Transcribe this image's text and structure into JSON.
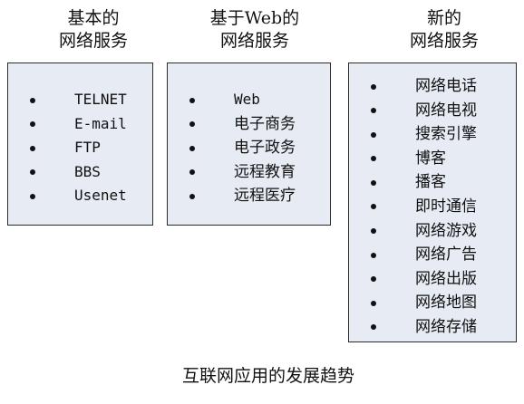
{
  "columns": [
    {
      "title_lines": [
        "基本的",
        "网络服务"
      ],
      "items": [
        "TELNET",
        "E-mail",
        "FTP",
        "BBS",
        "Usenet"
      ]
    },
    {
      "title_lines": [
        "基于Web的",
        "网络服务"
      ],
      "items": [
        "Web",
        "电子商务",
        "电子政务",
        "远程教育",
        "远程医疗"
      ]
    },
    {
      "title_lines": [
        "新的",
        "网络服务"
      ],
      "items": [
        "网络电话",
        "网络电视",
        "搜索引擎",
        "博客",
        "播客",
        "即时通信",
        "网络游戏",
        "网络广告",
        "网络出版",
        "网络地图",
        "网络存储"
      ]
    }
  ],
  "caption": "互联网应用的发展趋势",
  "colors": {
    "panel_fill": "#e6ebf4",
    "panel_border": "#2b2b2b",
    "text": "#111111"
  }
}
